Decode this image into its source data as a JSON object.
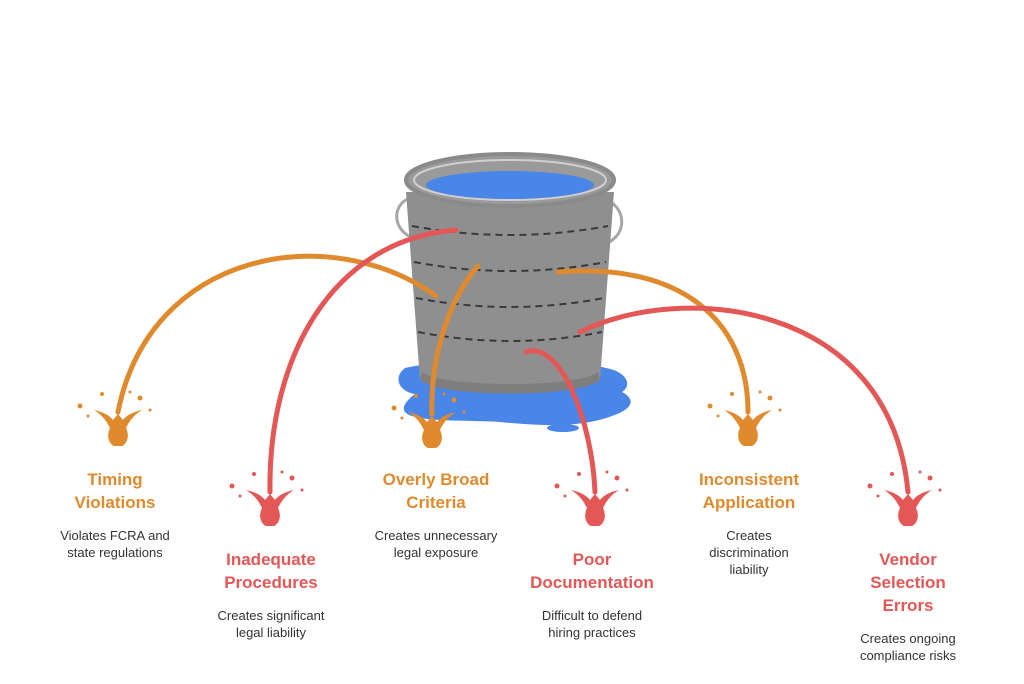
{
  "colors": {
    "orange": "#E08A2E",
    "red": "#E45757",
    "bucket": "#8F8F8F",
    "bucket_rim": "#A6A6A6",
    "water": "#4A86E8"
  },
  "items": [
    {
      "title_line1": "Timing",
      "title_line2": "Violations",
      "desc_line1": "Violates FCRA and",
      "desc_line2": "state regulations",
      "color": "#E08A2E"
    },
    {
      "title_line1": "Inadequate",
      "title_line2": "Procedures",
      "desc_line1": "Creates significant",
      "desc_line2": "legal liability",
      "color": "#E45757"
    },
    {
      "title_line1": "Overly Broad",
      "title_line2": "Criteria",
      "desc_line1": "Creates unnecessary",
      "desc_line2": "legal exposure",
      "color": "#E08A2E"
    },
    {
      "title_line1": "Poor",
      "title_line2": "Documentation",
      "desc_line1": "Difficult to defend",
      "desc_line2": "hiring practices",
      "color": "#E45757"
    },
    {
      "title_line1": "Inconsistent",
      "title_line2": "Application",
      "desc_line1": "Creates",
      "desc_line2": "discrimination",
      "desc_line3": "liability",
      "color": "#E08A2E"
    },
    {
      "title_line1": "Vendor",
      "title_line2": "Selection",
      "title_line3": "Errors",
      "desc_line1": "Creates ongoing",
      "desc_line2": "compliance risks",
      "color": "#E45757"
    }
  ]
}
